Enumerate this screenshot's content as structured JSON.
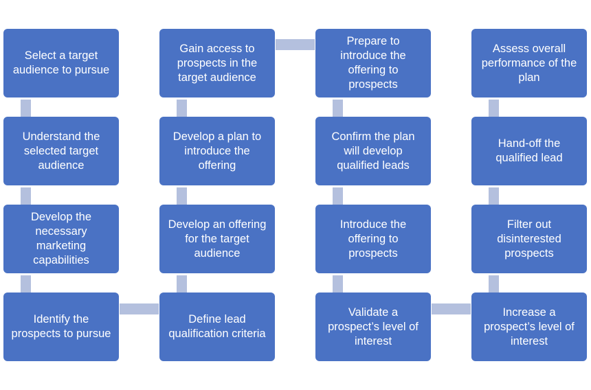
{
  "colors": {
    "box": "#4a72c4",
    "connector": "#b4c0de",
    "text": "#ffffff",
    "background": "#ffffff"
  },
  "steps": {
    "c1r1": "Select a target\naudience to pursue",
    "c1r2": "Understand the\nselected target\naudience",
    "c1r3": "Develop the\nnecessary\nmarketing\ncapabilities",
    "c1r4": "Identify the\nprospects to pursue",
    "c2r1": "Gain access to\nprospects in the\ntarget audience",
    "c2r2": "Develop a plan to\nintroduce the\noffering",
    "c2r3": "Develop an offering\nfor the target\naudience",
    "c2r4": "Define lead\nqualification criteria",
    "c3r1": "Prepare to\nintroduce the\noffering to\nprospects",
    "c3r2": "Confirm the plan\nwill develop\nqualified leads",
    "c3r3": "Introduce the\noffering to\nprospects",
    "c3r4": "Validate a\nprospect’s level of\ninterest",
    "c4r1": "Assess overall\nperformance of the\nplan",
    "c4r2": "Hand-off the\nqualified lead",
    "c4r3": "Filter out\ndisinterested\nprospects",
    "c4r4": "Increase a\nprospect’s level of\ninterest"
  }
}
